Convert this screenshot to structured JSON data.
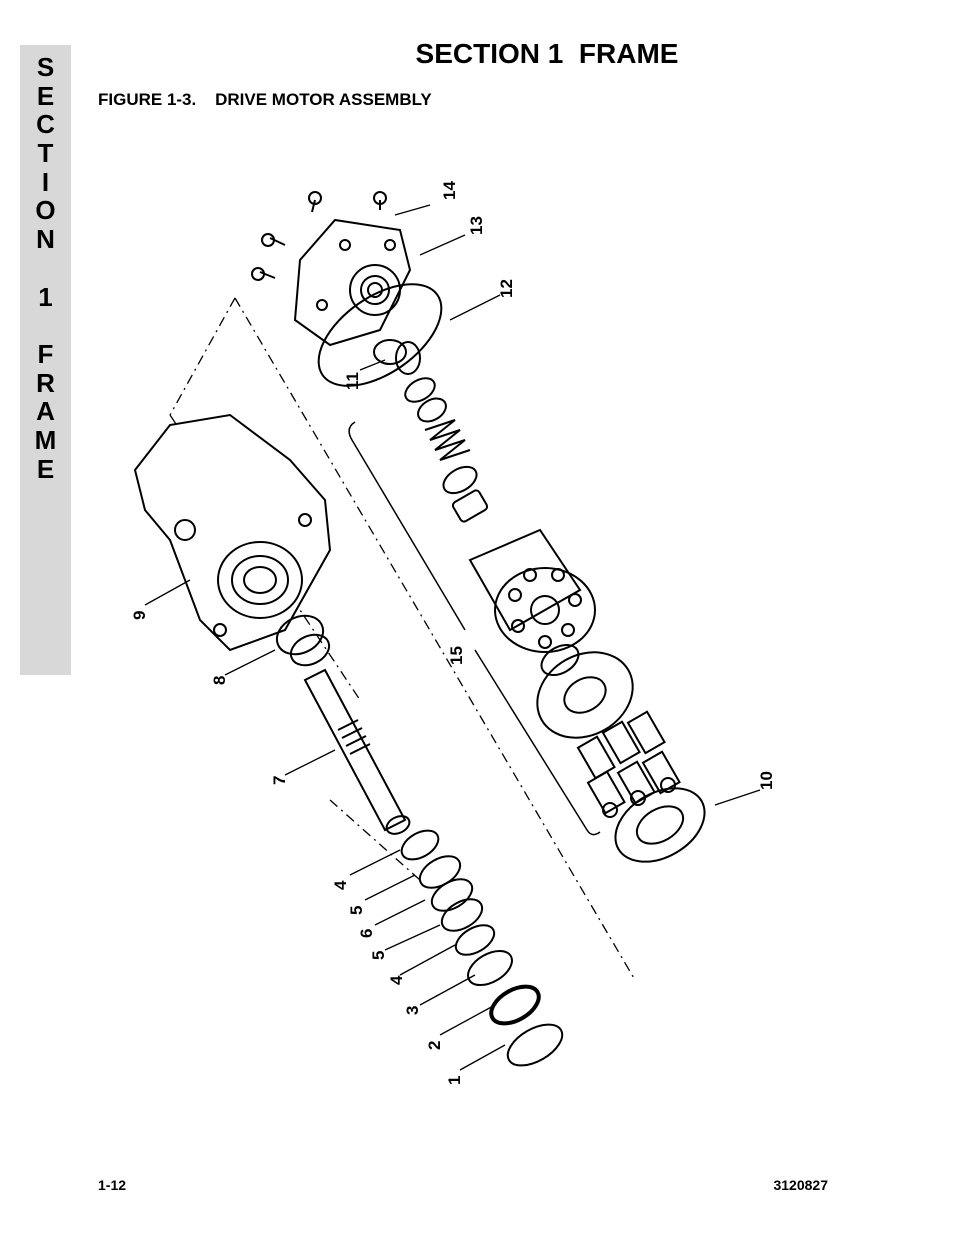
{
  "side_tab": {
    "letters": [
      "S",
      "E",
      "C",
      "T",
      "I",
      "O",
      "N",
      "",
      "1",
      "",
      "F",
      "R",
      "A",
      "M",
      "E"
    ]
  },
  "header": {
    "title": "SECTION 1  FRAME"
  },
  "figure": {
    "caption": "FIGURE 1-3.    DRIVE MOTOR ASSEMBLY",
    "callouts": [
      "14",
      "13",
      "12",
      "11",
      "9",
      "8",
      "7",
      "15",
      "10",
      "4",
      "5",
      "6",
      "5",
      "4",
      "3",
      "2",
      "1"
    ]
  },
  "footer": {
    "page_number": "1-12",
    "doc_number": "3120827"
  }
}
